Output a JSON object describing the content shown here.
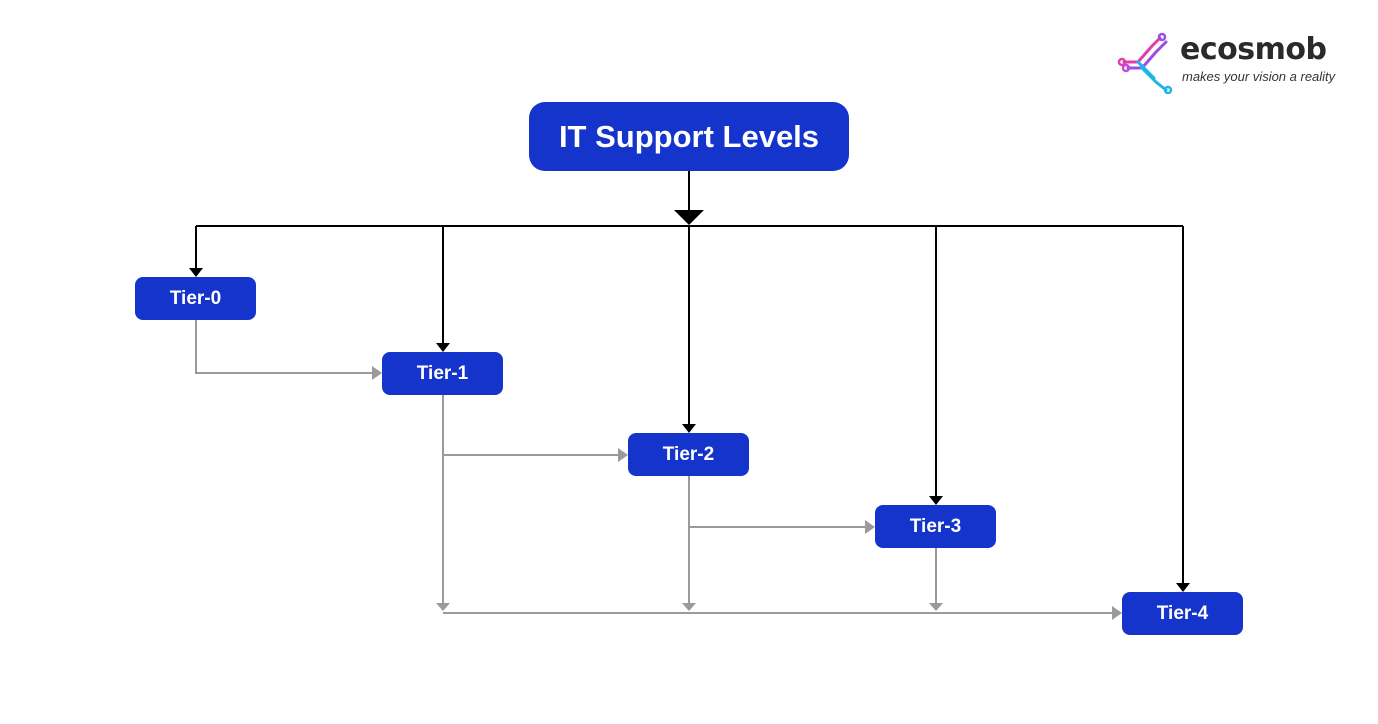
{
  "brand": {
    "name": "ecosmob",
    "tagline": "makes your vision a reality",
    "logo_colors": [
      "#e23ea3",
      "#9b4de3",
      "#1fb6e6"
    ]
  },
  "diagram": {
    "title": "IT Support Levels",
    "tiers": [
      "Tier-0",
      "Tier-1",
      "Tier-2",
      "Tier-3",
      "Tier-4"
    ],
    "edges_from_title": [
      "Tier-0",
      "Tier-1",
      "Tier-2",
      "Tier-3",
      "Tier-4"
    ],
    "escalations": [
      {
        "from": "Tier-0",
        "to": "Tier-1"
      },
      {
        "from": "Tier-1",
        "to": "Tier-2"
      },
      {
        "from": "Tier-2",
        "to": "Tier-3"
      },
      {
        "from": "Tier-1",
        "to": "Tier-4"
      },
      {
        "from": "Tier-2",
        "to": "Tier-4"
      },
      {
        "from": "Tier-3",
        "to": "Tier-4"
      }
    ],
    "colors": {
      "box": "#1434cb",
      "box_text": "#ffffff",
      "primary_line": "#000000",
      "escalation_line": "#9a9a9a"
    }
  }
}
